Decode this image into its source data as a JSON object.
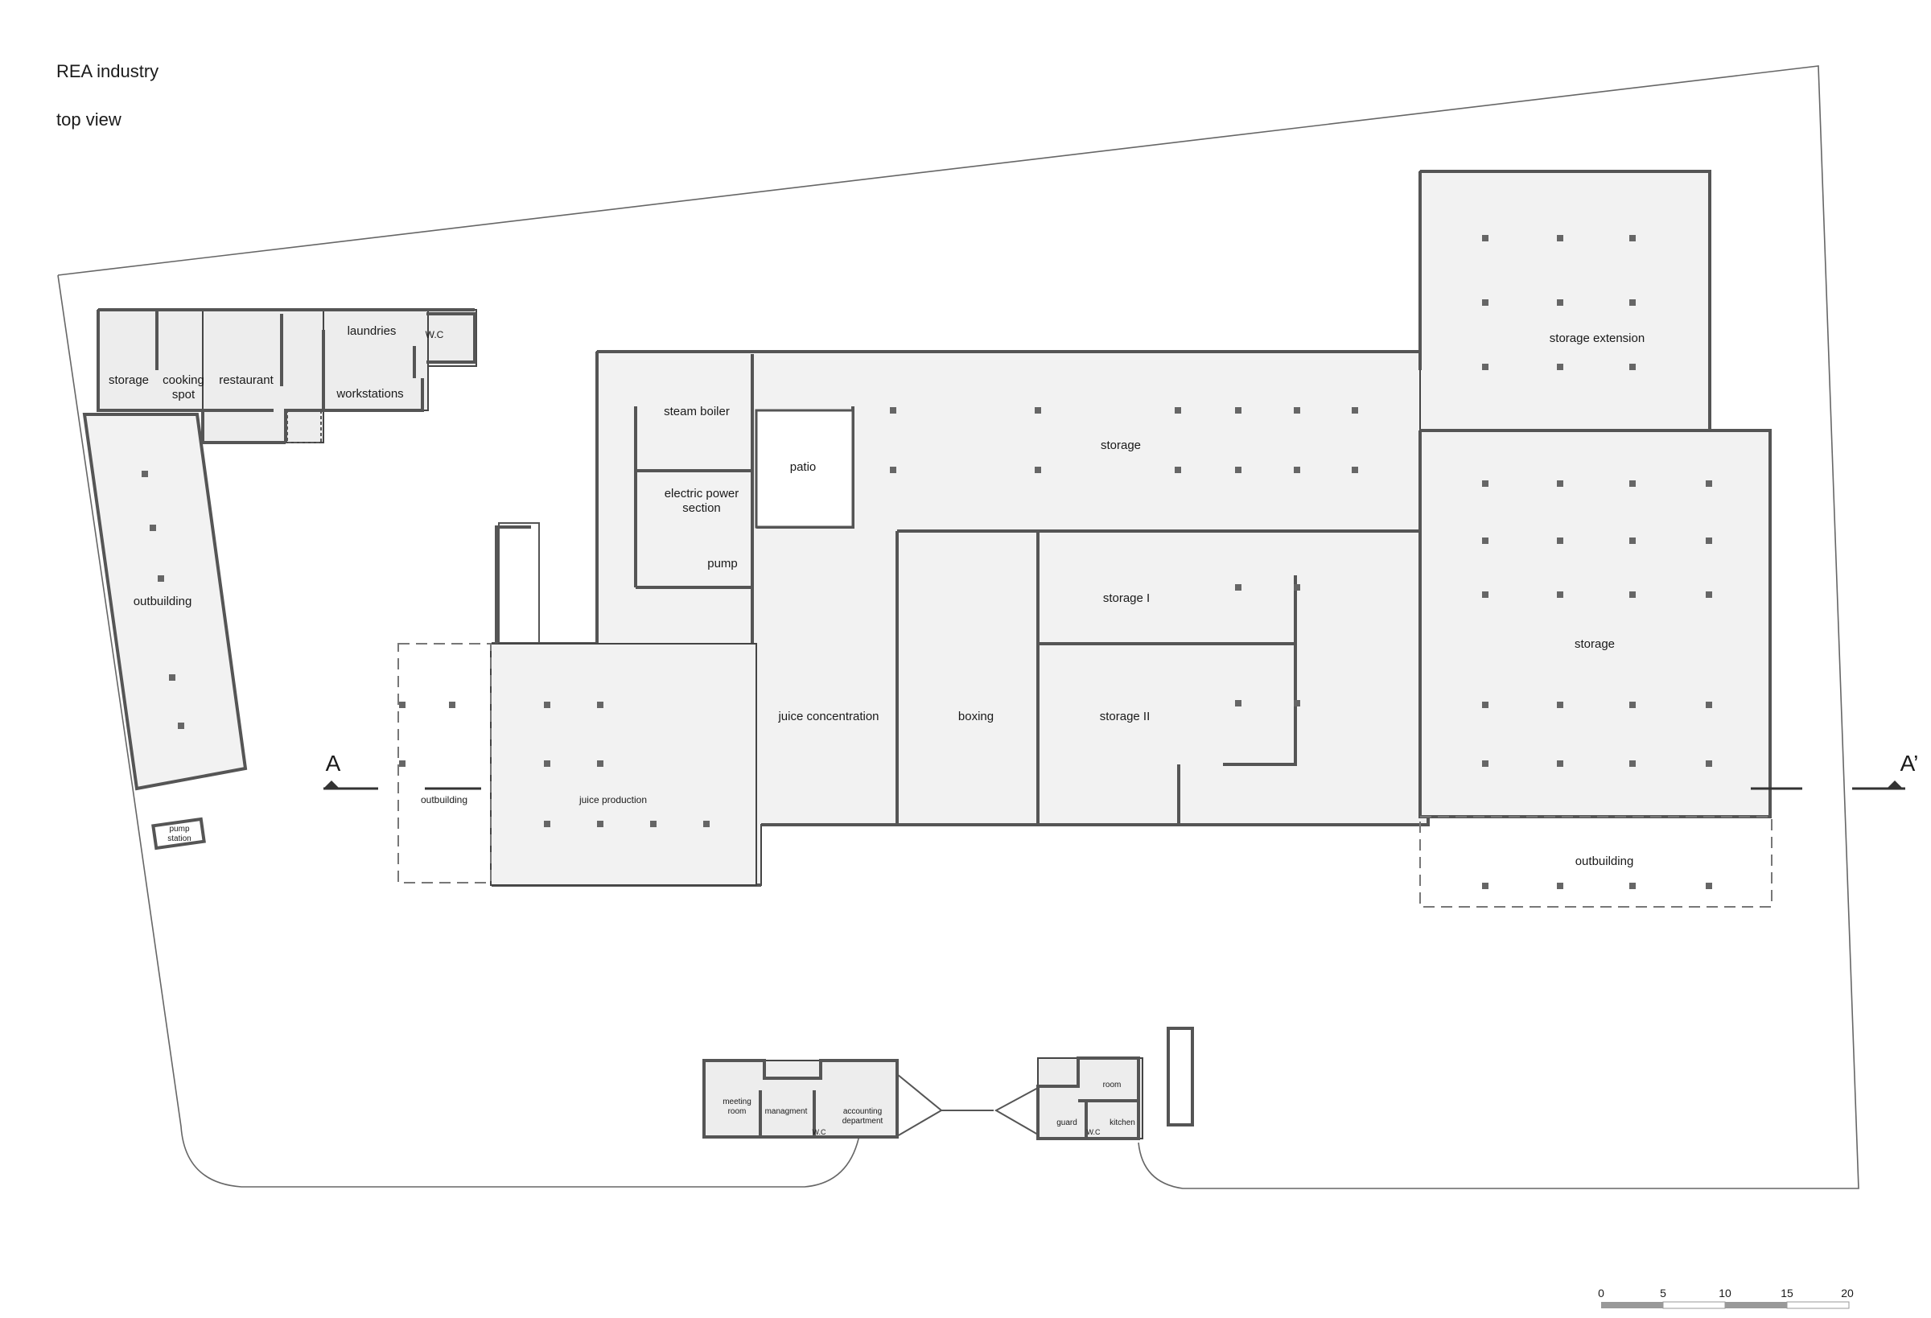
{
  "header": {
    "title": "REA industry",
    "subtitle": "top view"
  },
  "labels": {
    "storage_small": "storage",
    "cooking_spot": "cooking\nspot",
    "restaurant": "restaurant",
    "laundries": "laundries",
    "wc_top": "W.C",
    "workstations": "workstations",
    "outbuilding_left": "outbuilding",
    "pump_station": "pump\nstation",
    "steam_boiler": "steam boiler",
    "patio": "patio",
    "electric_power": "electric power\nsection",
    "pump": "pump",
    "storage_main": "storage",
    "storage_1": "storage  I",
    "storage_2": "storage II",
    "juice_concentration": "juice concentration",
    "boxing": "boxing",
    "juice_production": "juice production",
    "outbuilding_mid": "outbuilding",
    "storage_extension": "storage extension",
    "storage_right": "storage",
    "outbuilding_right": "outbuilding",
    "section_a": "A",
    "section_a_prime": "A’",
    "meeting_room": "meeting\nroom",
    "managment": "managment",
    "wc_office": "W.C",
    "accounting": "accounting\ndepartment",
    "room": "room",
    "guard": "guard",
    "wc_guard": "W.C",
    "kitchen": "kitchen"
  },
  "scale_bar": {
    "ticks": [
      "0",
      "5",
      "10",
      "15",
      "20"
    ]
  },
  "colors": {
    "wall": "#555555",
    "floor": "#f2f2f2",
    "column": "#666666"
  }
}
